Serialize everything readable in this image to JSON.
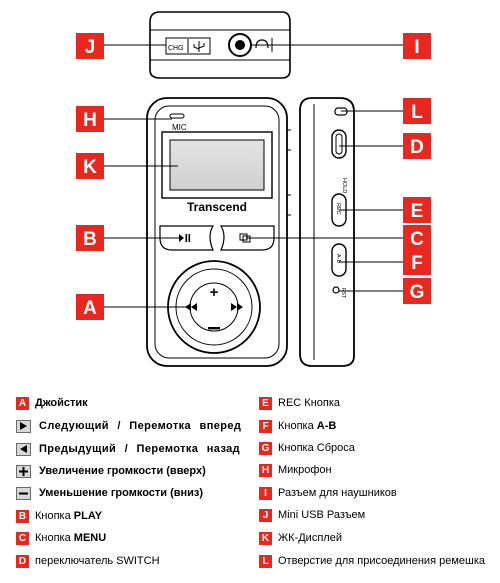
{
  "callouts": {
    "A": "A",
    "B": "B",
    "C": "C",
    "D": "D",
    "E": "E",
    "F": "F",
    "G": "G",
    "H": "H",
    "I": "I",
    "J": "J",
    "K": "K",
    "L": "L"
  },
  "device": {
    "brand": "Transcend",
    "mic_label": "MIC",
    "chg_label": "CHG",
    "hold_label": "HOLD",
    "rec_label": "REC",
    "ab_label": "A-B",
    "rst_label": "RST"
  },
  "legend": {
    "a": {
      "badge": "A",
      "text": "Джойстик"
    },
    "next": {
      "text": "Следующий / Перемотка вперед"
    },
    "prev": {
      "text": "Предыдущий / Перемотка назад"
    },
    "vol_up": {
      "text": "Увеличение громкости (вверх)"
    },
    "vol_down": {
      "text": "Уменьшение громкости (вниз)"
    },
    "b": {
      "badge": "B",
      "prefix": "Кнопка ",
      "bold": "PLAY"
    },
    "c": {
      "badge": "C",
      "prefix": "Кнопка ",
      "bold": "MENU"
    },
    "d": {
      "badge": "D",
      "text": "переключатель SWITCH"
    },
    "e": {
      "badge": "E",
      "text": "REC Кнопка"
    },
    "f": {
      "badge": "F",
      "prefix": "Кнопка ",
      "bold": "A-B"
    },
    "g": {
      "badge": "G",
      "text": "Кнопка Сброса"
    },
    "h": {
      "badge": "H",
      "text": "Микрофон"
    },
    "i": {
      "badge": "I",
      "text": "Разъем для наушников"
    },
    "j": {
      "badge": "J",
      "text": "Mini USB Разъем"
    },
    "k": {
      "badge": "K",
      "text": "ЖК-Дисплей"
    },
    "l": {
      "badge": "L",
      "text": "Отверстие для присоединения ремешка"
    }
  },
  "colors": {
    "callout_red": "#e8281e",
    "device_line": "#000000",
    "screen_gray": "#d9d9d9"
  },
  "icons": [
    "play-pause-icon",
    "menu-icon",
    "rewind-icon",
    "fast-forward-icon",
    "usb-icon",
    "headphone-icon"
  ]
}
